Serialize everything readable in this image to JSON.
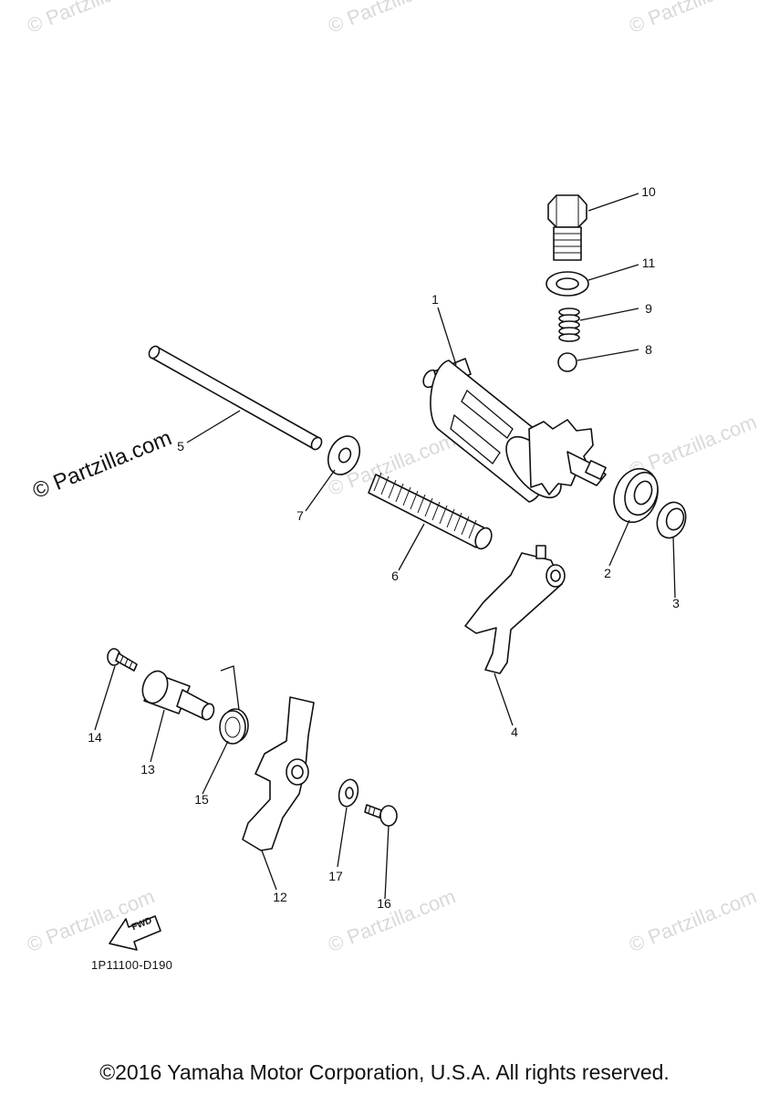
{
  "watermark": {
    "text": "© Partzilla.com"
  },
  "callouts": {
    "c1": "1",
    "c2": "2",
    "c3": "3",
    "c4": "4",
    "c5": "5",
    "c6": "6",
    "c7": "7",
    "c8": "8",
    "c9": "9",
    "c10": "10",
    "c11": "11",
    "c12": "12",
    "c13": "13",
    "c14": "14",
    "c15": "15",
    "c16": "16",
    "c17": "17"
  },
  "fwd_label": "FWD",
  "diagram_code": "1P11100-D190",
  "copyright": "©2016 Yamaha Motor Corporation, U.S.A. All rights reserved."
}
